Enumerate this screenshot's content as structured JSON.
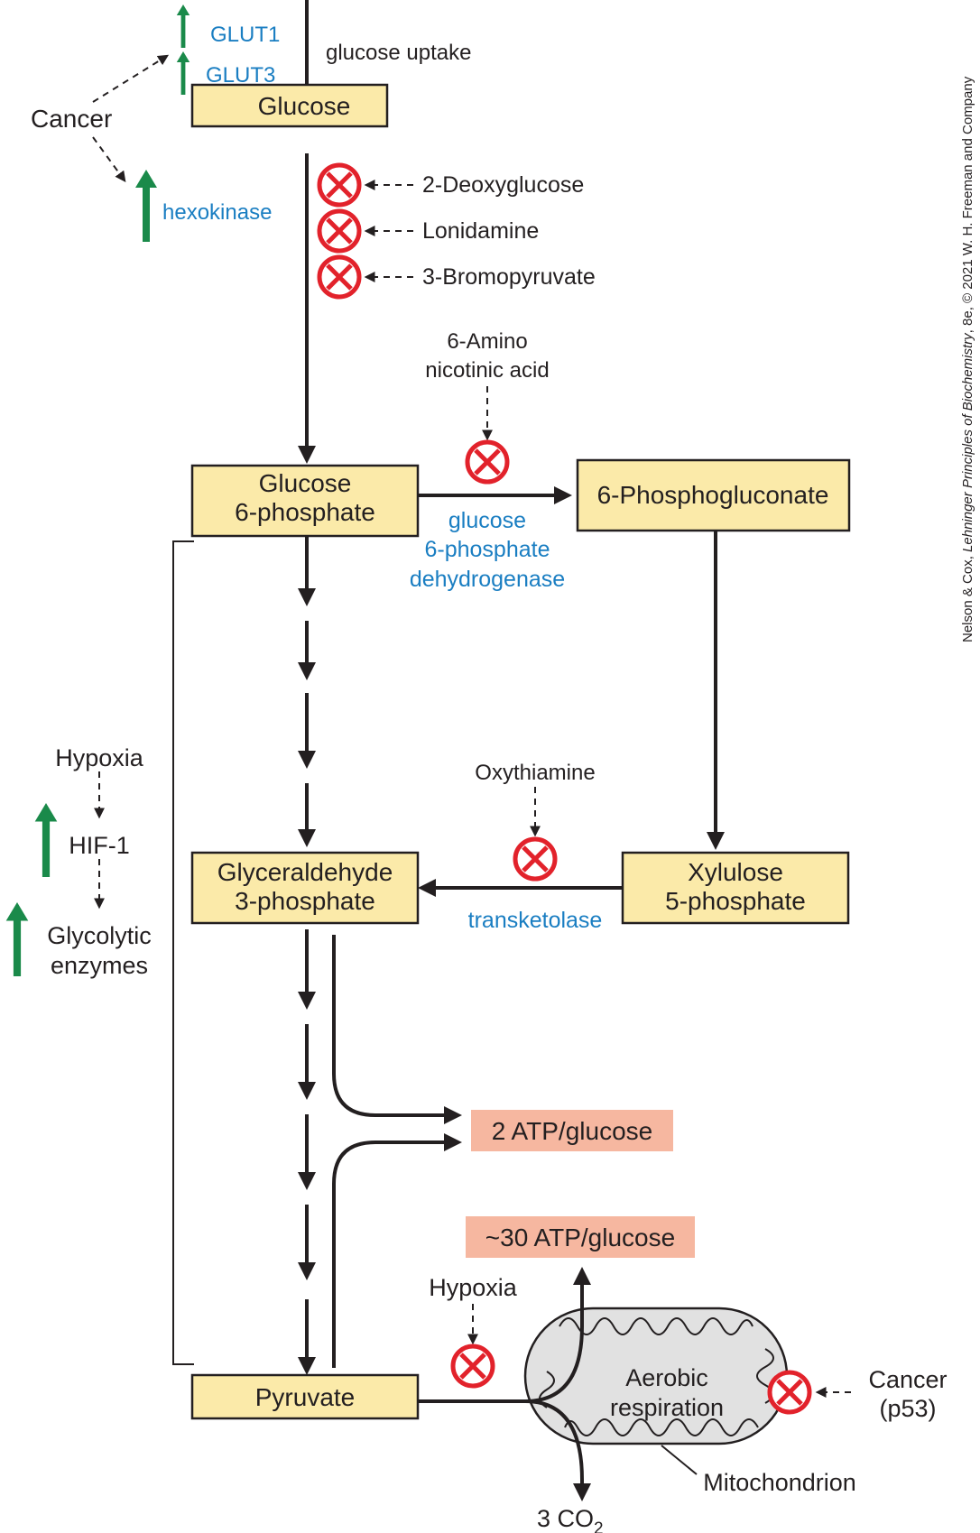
{
  "nodes": {
    "glucose": [
      "Glucose"
    ],
    "g6p": [
      "Glucose",
      "6-phosphate"
    ],
    "pg": [
      "6-Phosphogluconate"
    ],
    "g3p": [
      "Glyceraldehyde",
      "3-phosphate"
    ],
    "xyl": [
      "Xylulose",
      "5-phosphate"
    ],
    "pyruvate": [
      "Pyruvate"
    ],
    "atp2": [
      "2 ATP/glucose"
    ],
    "atp30": [
      "~30 ATP/glucose"
    ]
  },
  "labels": {
    "glucose_uptake": "glucose uptake",
    "cancer_top": "Cancer",
    "glut1": "GLUT1",
    "glut3": "GLUT3",
    "hexokinase": "hexokinase",
    "inhibitors": [
      "2-Deoxyglucose",
      "Lonidamine",
      "3-Bromopyruvate"
    ],
    "amino": [
      "6-Amino",
      "nicotinic acid"
    ],
    "g6pd": [
      "glucose",
      "6-phosphate",
      "dehydrogenase"
    ],
    "oxythiamine": "Oxythiamine",
    "transketolase": "transketolase",
    "hypoxia_left": "Hypoxia",
    "hif1": "HIF-1",
    "glycolytic": [
      "Glycolytic",
      "enzymes"
    ],
    "hypoxia_bottom": "Hypoxia",
    "aerobic": [
      "Aerobic",
      "respiration"
    ],
    "cancer_p53": [
      "Cancer",
      "(p53)"
    ],
    "mitochondrion": "Mitochondrion",
    "co2_main": "3 CO",
    "co2_sub": "2",
    "credit_pre": "Nelson & Cox, ",
    "credit_title": "Lehninger Principles of Biochemistry",
    "credit_post": ", 8e, © 2021 W. H. Freeman and Company"
  },
  "colors": {
    "node_fill": "#fbeaa9",
    "atp_fill": "#f6b7a0",
    "enzyme_text": "#1a7ec2",
    "up_arrow": "#1a8a4a",
    "inhibit": "#e2222b"
  }
}
